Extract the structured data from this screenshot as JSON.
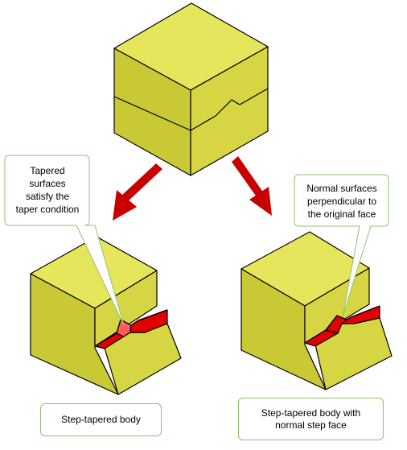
{
  "callouts": {
    "left_text": "Tapered\nsurfaces\nsatisfy the\ntaper condition",
    "right_text": "Normal surfaces\nperpendicular to\nthe original face"
  },
  "labels": {
    "left_caption": "Step-tapered body",
    "right_caption": "Step-tapered body with\nnormal step face"
  },
  "colors": {
    "body_top": "#e6e65c",
    "body_left": "#c9c936",
    "body_right": "#d6d645",
    "edge": "#000000",
    "step_face": "#e00000",
    "step_face_light": "#ff5a5a",
    "arrow": "#c80000",
    "callout_border": "#8fc173"
  }
}
